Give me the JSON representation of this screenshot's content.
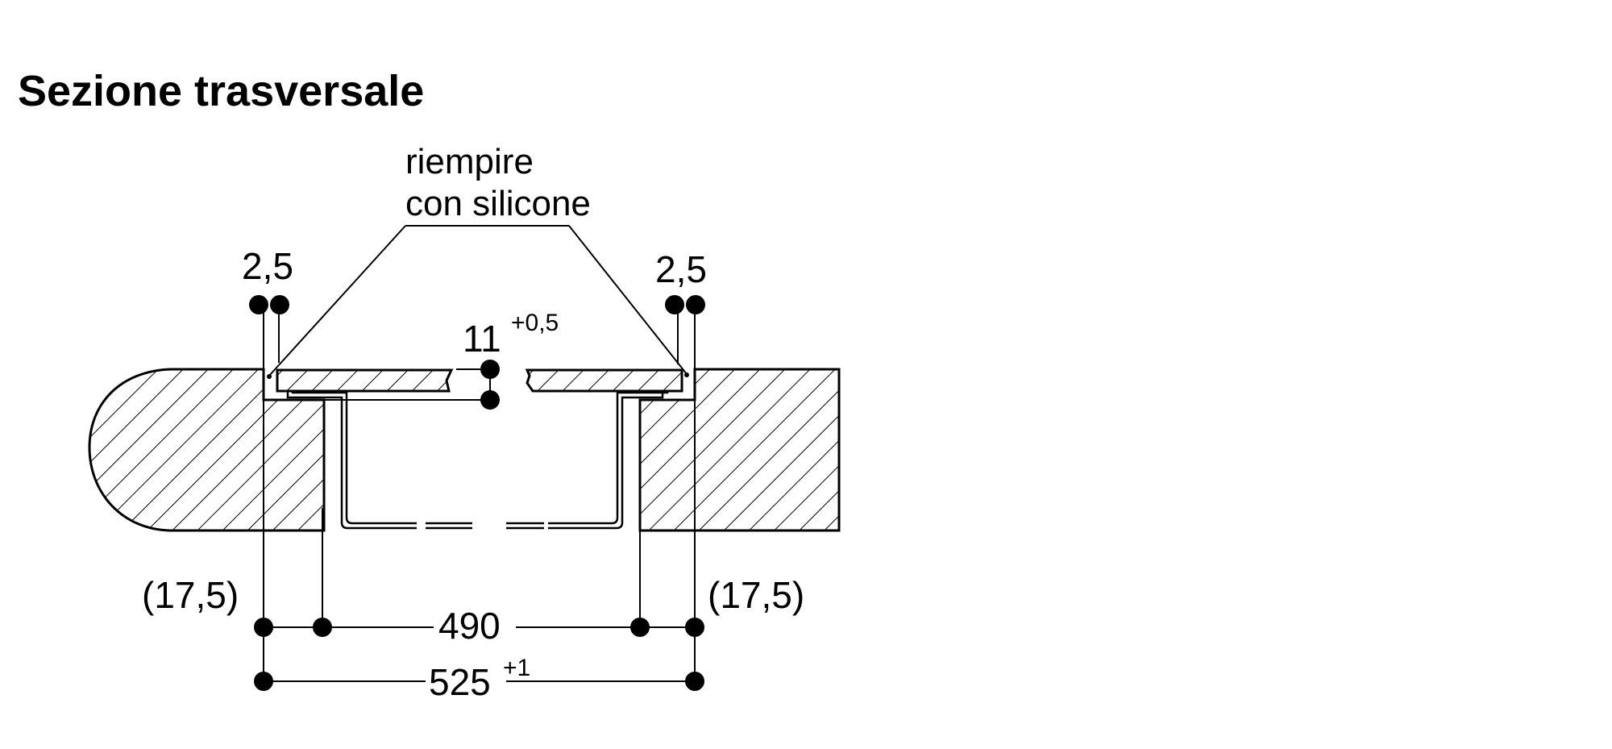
{
  "title": "Sezione trasversale",
  "annotation": {
    "line1": "riempire",
    "line2": "con silicone"
  },
  "dimensions": {
    "gap_left": "2,5",
    "gap_right": "2,5",
    "depth_value": "11",
    "depth_tolerance": "+0,5",
    "overhang_left": "(17,5)",
    "overhang_right": "(17,5)",
    "inner_width": "490",
    "cutout_width": "525",
    "cutout_tolerance": "+1"
  }
}
